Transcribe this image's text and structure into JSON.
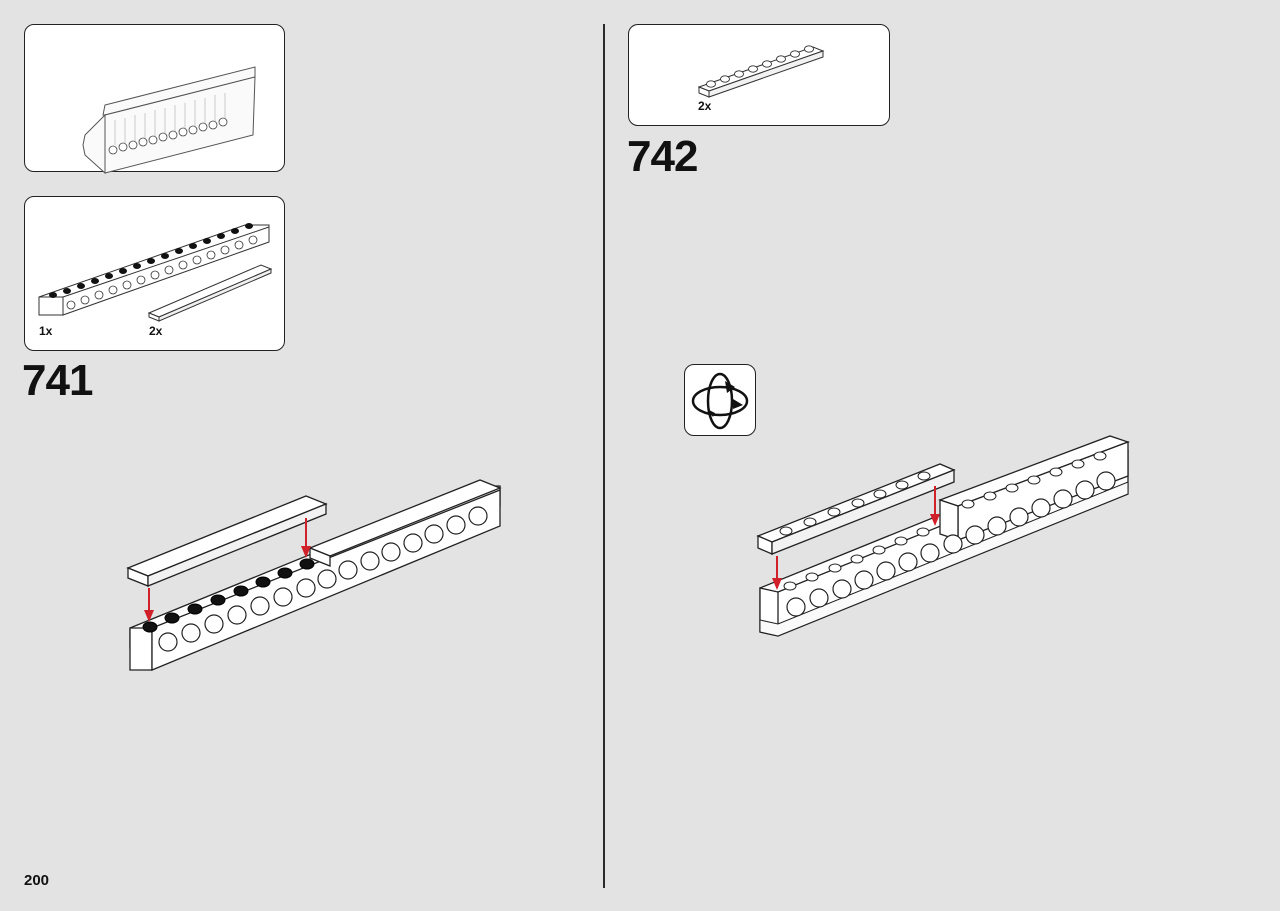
{
  "page": {
    "number": "200"
  },
  "steps": [
    {
      "number": "741",
      "parts": [
        {
          "qty": "1x"
        },
        {
          "qty": "2x"
        }
      ]
    },
    {
      "number": "742",
      "parts": [
        {
          "qty": "2x"
        }
      ],
      "rotate_icon": "rotate-model-icon"
    }
  ],
  "colors": {
    "arrow": "#d0202a",
    "background": "#e3e3e3",
    "outline": "#222222"
  }
}
